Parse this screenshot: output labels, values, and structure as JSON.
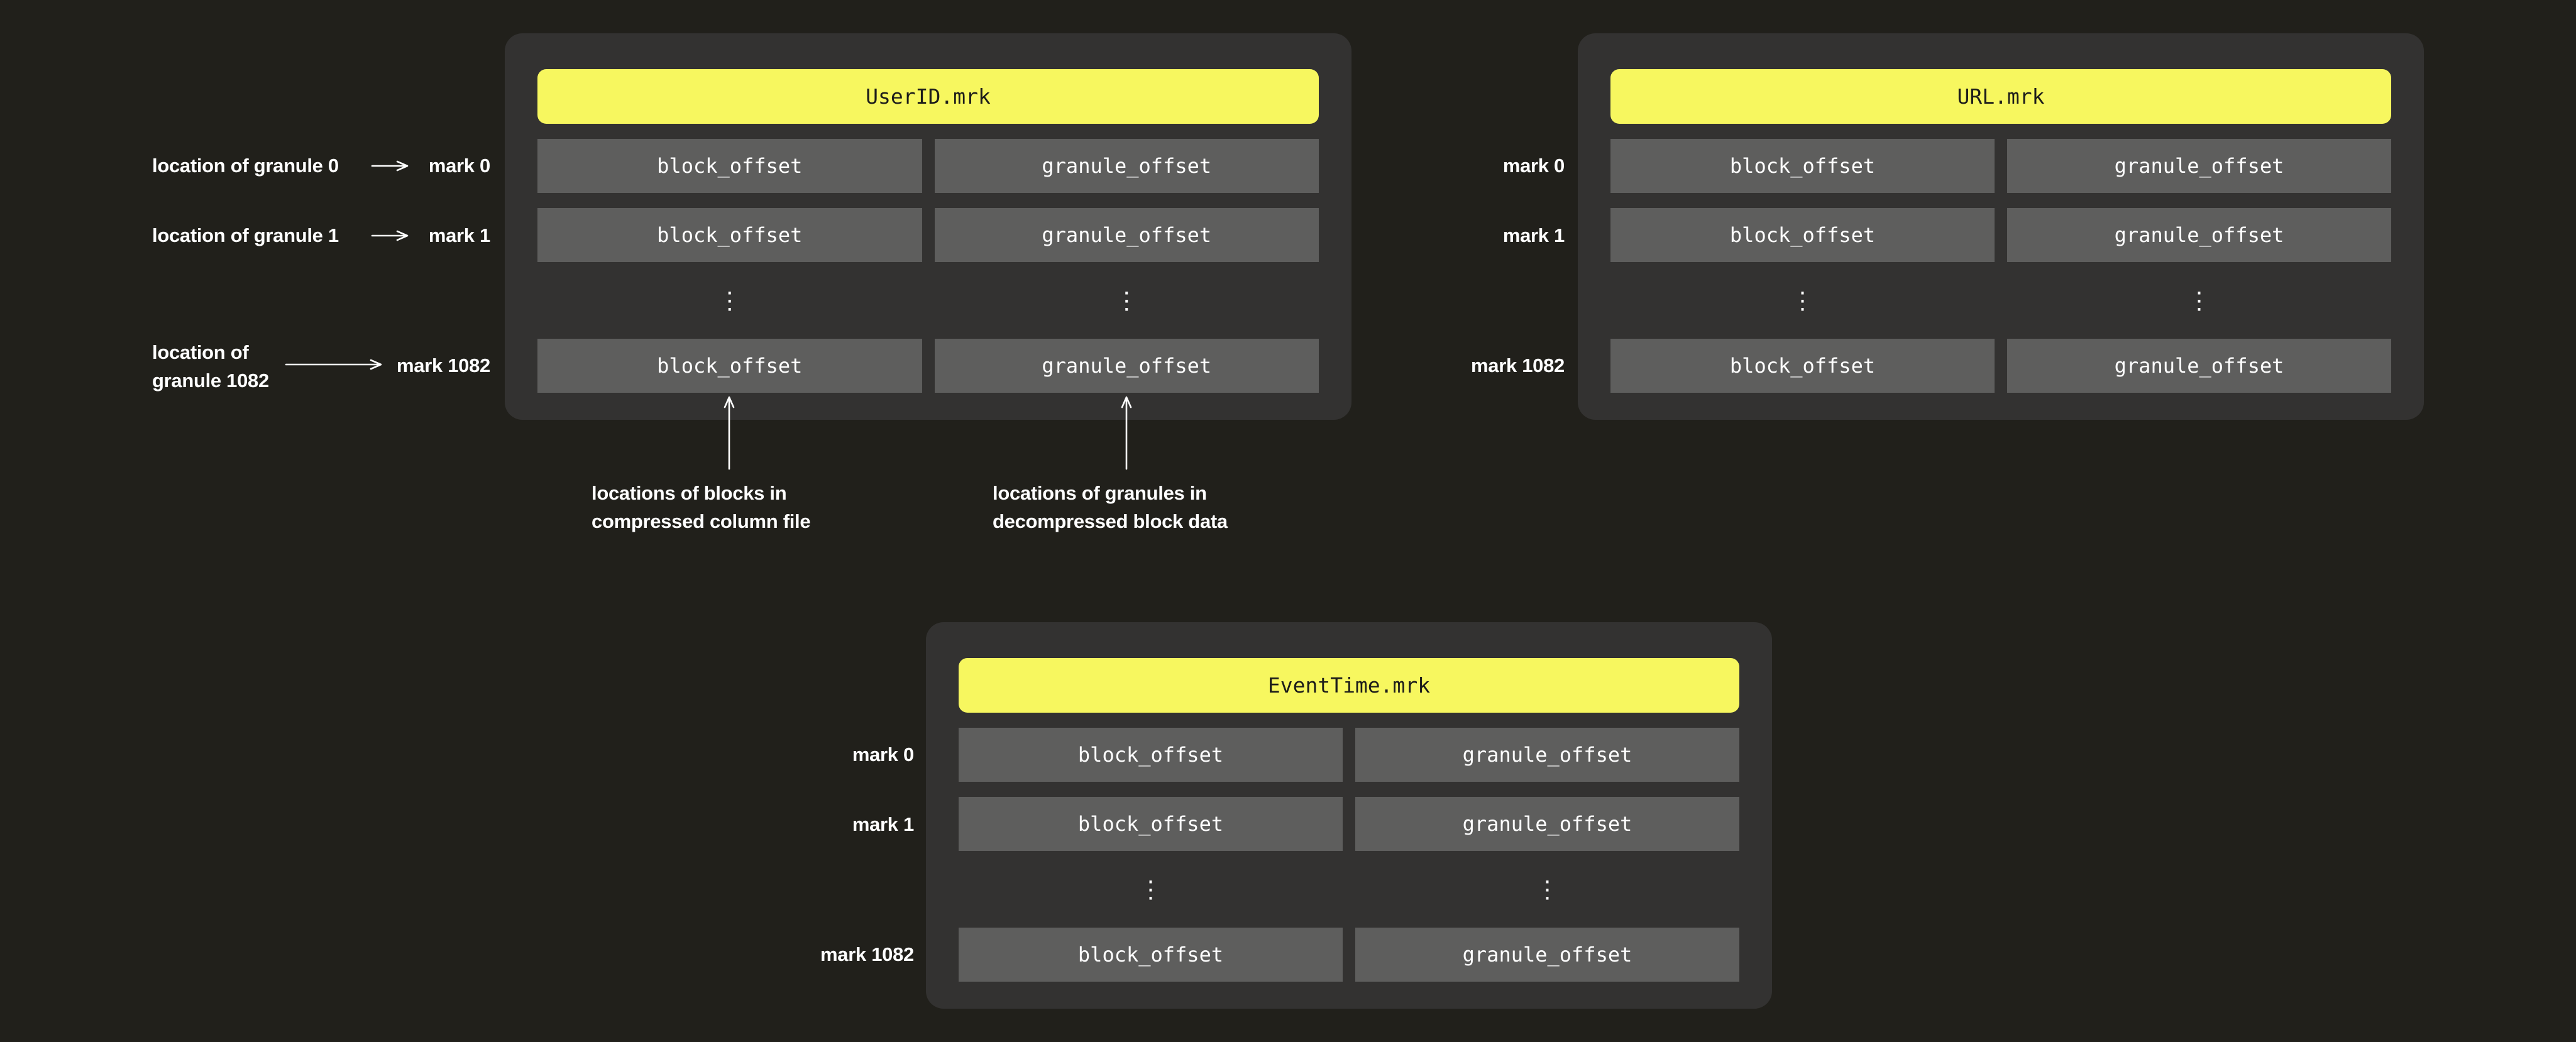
{
  "colors": {
    "background": "#21201b",
    "panel": "#333231",
    "cell": "#5e5e5d",
    "header_fill": "#f7f75f",
    "header_text": "#1c1c1a",
    "label_text": "#ffffff"
  },
  "panels": [
    {
      "title": "UserID.mrk",
      "rows": [
        {
          "block": "block_offset",
          "granule": "granule_offset"
        },
        {
          "block": "block_offset",
          "granule": "granule_offset"
        },
        {
          "block": "block_offset",
          "granule": "granule_offset"
        }
      ],
      "ellipsis": "⋮",
      "marks": [
        "mark 0",
        "mark 1",
        "mark 1082"
      ]
    },
    {
      "title": "URL.mrk",
      "rows": [
        {
          "block": "block_offset",
          "granule": "granule_offset"
        },
        {
          "block": "block_offset",
          "granule": "granule_offset"
        },
        {
          "block": "block_offset",
          "granule": "granule_offset"
        }
      ],
      "ellipsis": "⋮",
      "marks": [
        "mark 0",
        "mark 1",
        "mark 1082"
      ]
    },
    {
      "title": "EventTime.mrk",
      "rows": [
        {
          "block": "block_offset",
          "granule": "granule_offset"
        },
        {
          "block": "block_offset",
          "granule": "granule_offset"
        },
        {
          "block": "block_offset",
          "granule": "granule_offset"
        }
      ],
      "ellipsis": "⋮",
      "marks": [
        "mark 0",
        "mark 1",
        "mark 1082"
      ]
    }
  ],
  "captions": {
    "granule0": "location of granule 0",
    "granule1": "location of granule 1",
    "granule1082_line1": "location of",
    "granule1082_line2": "granule 1082"
  },
  "annotations": {
    "blocks_line1": "locations of blocks in",
    "blocks_line2": "compressed column file",
    "granules_line1": "locations of granules in",
    "granules_line2": "decompressed block data"
  }
}
